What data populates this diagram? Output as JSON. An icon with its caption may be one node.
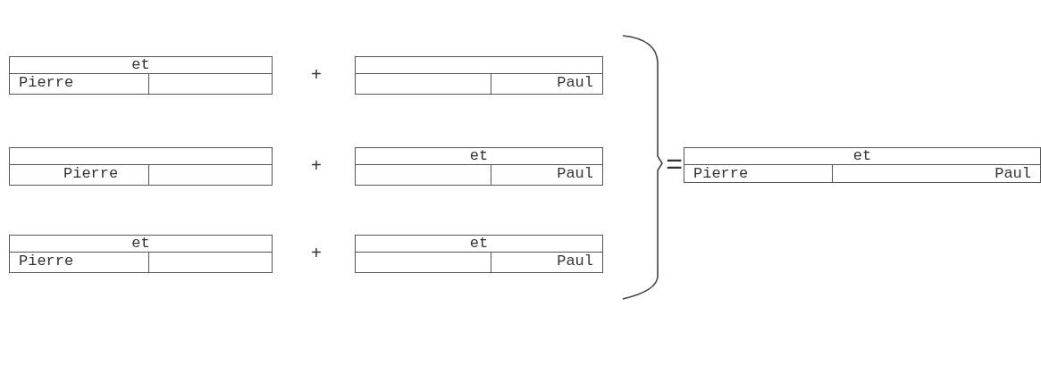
{
  "diagram": {
    "nodes": [
      {
        "text": [
          "et",
          "Pierre"
        ]
      },
      {
        "text": [
          "Paul"
        ]
      },
      {
        "text": [
          "Pierre"
        ]
      },
      {
        "text": [
          "et",
          "Paul"
        ]
      },
      {
        "text": [
          "et",
          "Pierre"
        ]
      },
      {
        "text": [
          "et",
          "Paul"
        ]
      },
      {
        "text": [
          "et",
          "Pierre",
          "Paul"
        ]
      }
    ],
    "labels": [
      "+",
      "+",
      "+",
      "="
    ]
  }
}
